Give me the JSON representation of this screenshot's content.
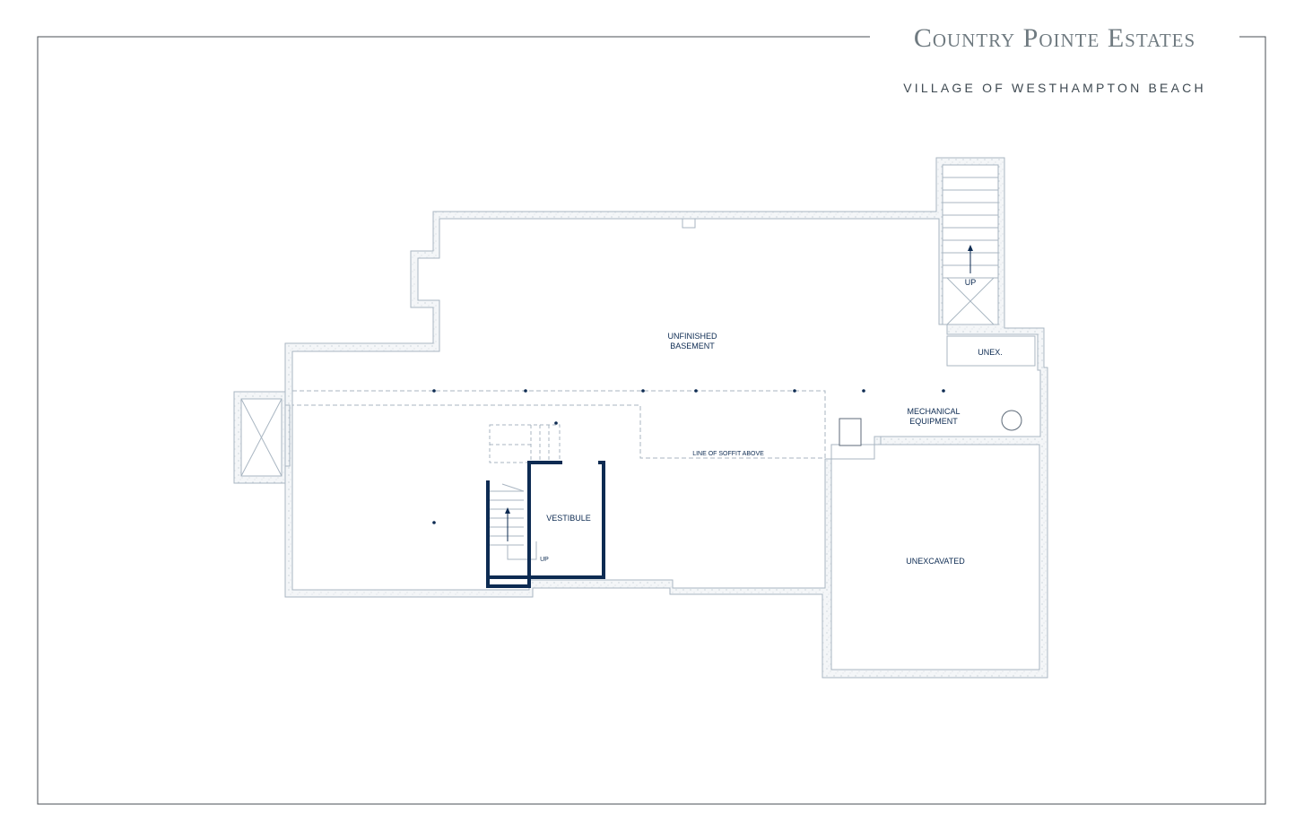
{
  "brand": {
    "title": "Country Pointe Estates",
    "subtitle": "VILLAGE OF WESTHAMPTON BEACH"
  },
  "plan": {
    "rooms": {
      "unfinished_line1": "UNFINISHED",
      "unfinished_line2": "BASEMENT",
      "mechanical_line1": "MECHANICAL",
      "mechanical_line2": "EQUIPMENT",
      "unex": "UNEX.",
      "vestibule": "VESTIBULE",
      "unexcavated": "UNEXCAVATED"
    },
    "stairs": {
      "up_right": "UP",
      "up_left": "UP"
    },
    "soffit_label": "LINE OF SOFFIT ABOVE"
  },
  "colors": {
    "wall_outline": "#a9b6c2",
    "wall_fill": "#f4f6f8",
    "accent_wall": "#0d2b52",
    "frame": "#4a4f55",
    "brand_gray": "#6f7a80"
  }
}
